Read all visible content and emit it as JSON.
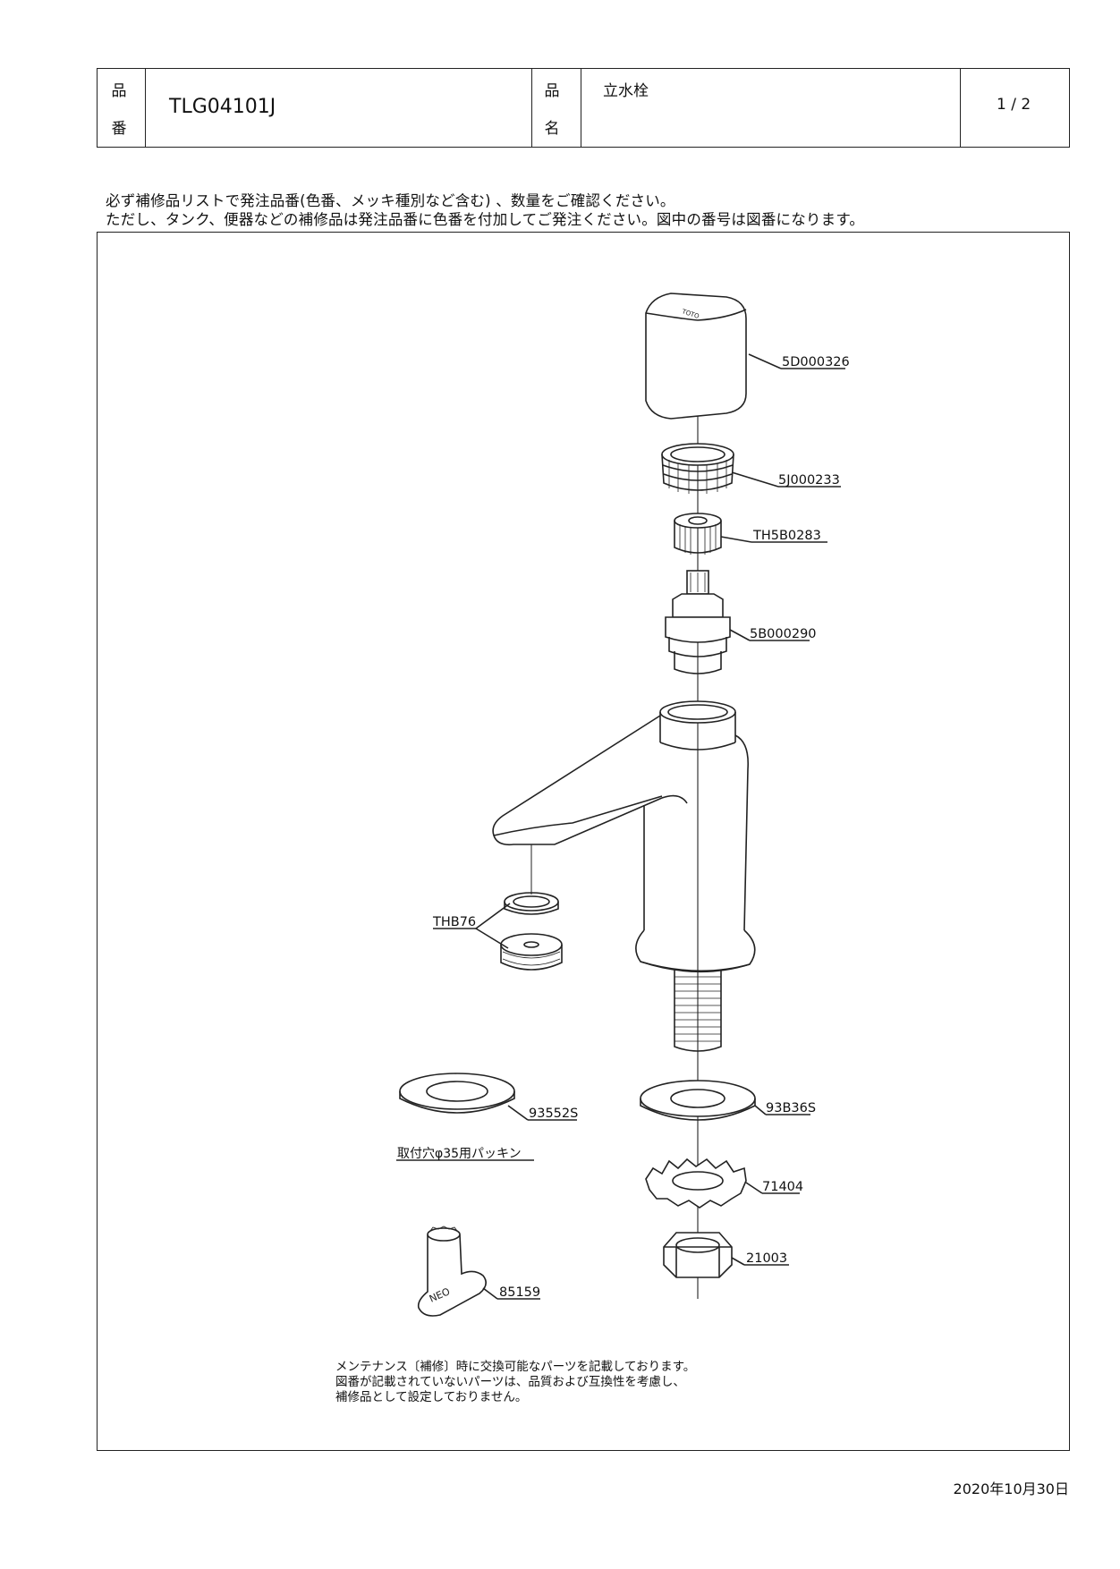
{
  "header": {
    "product_no_label_1": "品",
    "product_no_label_2": "番",
    "product_no": "TLG04101J",
    "product_name_label_1": "品",
    "product_name_label_2": "名",
    "product_name": "立水栓",
    "page": "1 / 2"
  },
  "notes": {
    "line1": "必ず補修品リストで発注品番(色番、メッキ種別など含む) 、数量をご確認ください。",
    "line2": "ただし、タンク、便器などの補修品は発注品番に色番を付加してご発注ください。図中の番号は図番になります。"
  },
  "parts": {
    "handle": "5D000326",
    "cap_nut": "5J000233",
    "spline": "TH5B0283",
    "cartridge": "5B000290",
    "aerator": "THB76",
    "packing_35": "93552S",
    "packing_35_caption": "取付穴φ35用パッキン",
    "washer": "93B36S",
    "lock_washer": "71404",
    "lock_nut": "21003",
    "wrench": "85159",
    "wrench_marking": "NEO"
  },
  "footnote": {
    "line1": "メンテナンス〔補修〕時に交換可能なパーツを記載しております。",
    "line2": "図番が記載されていないパーツは、品質および互換性を考慮し、",
    "line3": "補修品として設定しておりません。"
  },
  "date": "2020年10月30日"
}
